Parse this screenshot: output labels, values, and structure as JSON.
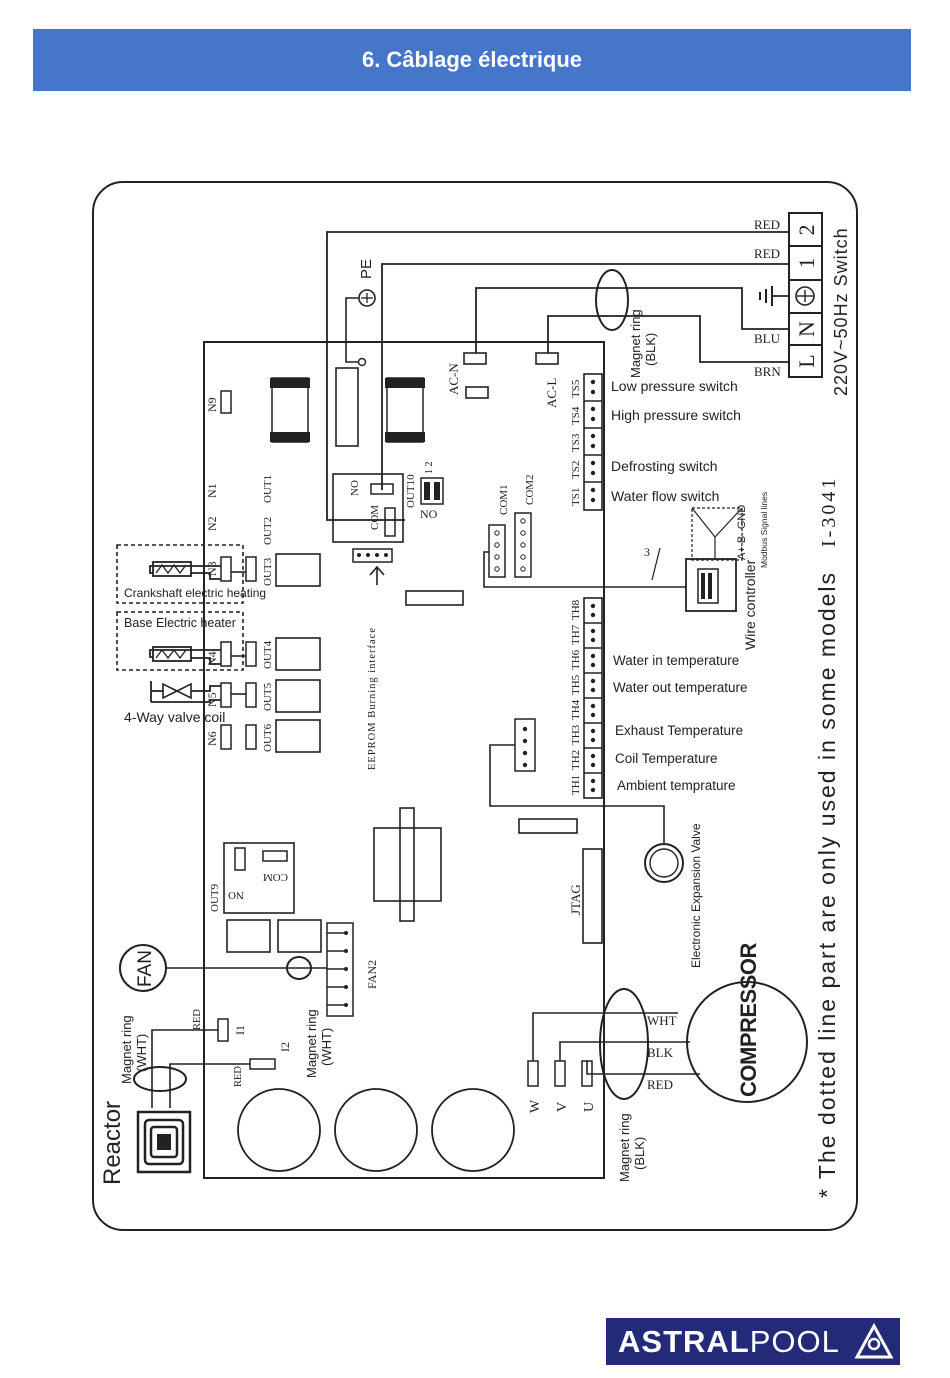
{
  "header": {
    "title": "6. Câblage électrique"
  },
  "logo": {
    "bold": "ASTRAL",
    "regular": "POOL"
  },
  "diagram": {
    "power": {
      "red1": "RED",
      "red2": "RED",
      "blu": "BLU",
      "brn": "BRN",
      "t1": "1",
      "t2": "2",
      "tL": "L",
      "tN": "N",
      "supply": "220V~50Hz Switch"
    },
    "pe": "PE",
    "mr_blk_top": "Magnet ring\n(BLK)",
    "ac_n": "AC-N",
    "ac_l": "AC-L",
    "switches": [
      {
        "pin": "TS5",
        "label": "Low pressure switch"
      },
      {
        "pin": "TS4",
        "label": "High pressure switch"
      },
      {
        "pin": "TS3",
        "label": ""
      },
      {
        "pin": "TS2",
        "label": "Defrosting switch"
      },
      {
        "pin": "TS1",
        "label": "Water flow switch"
      }
    ],
    "modbus": "Modbus Signal lines",
    "ab_gnd": "A+ B- GND",
    "wc_num": "3",
    "wire_controller": "Wire controller",
    "model": "I-3041",
    "temps": [
      {
        "pin": "TH8",
        "label": ""
      },
      {
        "pin": "TH7",
        "label": ""
      },
      {
        "pin": "TH6",
        "label": "Water in temperature"
      },
      {
        "pin": "TH5",
        "label": "Water out temperature"
      },
      {
        "pin": "TH4",
        "label": "Exhaust Temperature"
      },
      {
        "pin": "TH3",
        "label": "Coil Temperature"
      },
      {
        "pin": "TH2",
        "label": "Ambient temprature"
      },
      {
        "pin": "TH1",
        "label": ""
      }
    ],
    "com1": "COM1",
    "com2": "COM2",
    "n_labels": [
      "N9",
      "N1",
      "N2",
      "N3",
      "N4",
      "N5",
      "N6"
    ],
    "out_labels": [
      "OUT1",
      "OUT2",
      "OUT3",
      "OUT4",
      "OUT5",
      "OUT6"
    ],
    "out10": "OUT10",
    "no_label": "NO",
    "com_label": "COM",
    "dip": "1 2",
    "no2": "NO",
    "crankshaft": "Crankshaft electric heating",
    "base_heater": "Base Electric heater",
    "valve4": "4-Way valve coil",
    "eeprom": "EEPROM Burning interface",
    "out9": "OUT9",
    "no9": "NO",
    "com9": "COM",
    "jtag": "JTAG",
    "eev": "Electronic Expansion Valve",
    "fan": "FAN",
    "fan2": "FAN2",
    "mr_wht_left": "Magnet ring\n(WHT)",
    "mr_wht_mid": "Magnet ring\n(WHT)",
    "i1": "I1",
    "i2": "I2",
    "red_i1": "RED",
    "red_i2": "RED",
    "reactor": "Reactor",
    "w": "W",
    "v": "V",
    "u": "U",
    "wht": "WHT",
    "blk": "BLK",
    "red_c": "RED",
    "compressor": "COMPRESSOR",
    "mr_blk_bottom": "Magnet ring\n(BLK)",
    "note": "* The dotted line part are only used in some models"
  }
}
